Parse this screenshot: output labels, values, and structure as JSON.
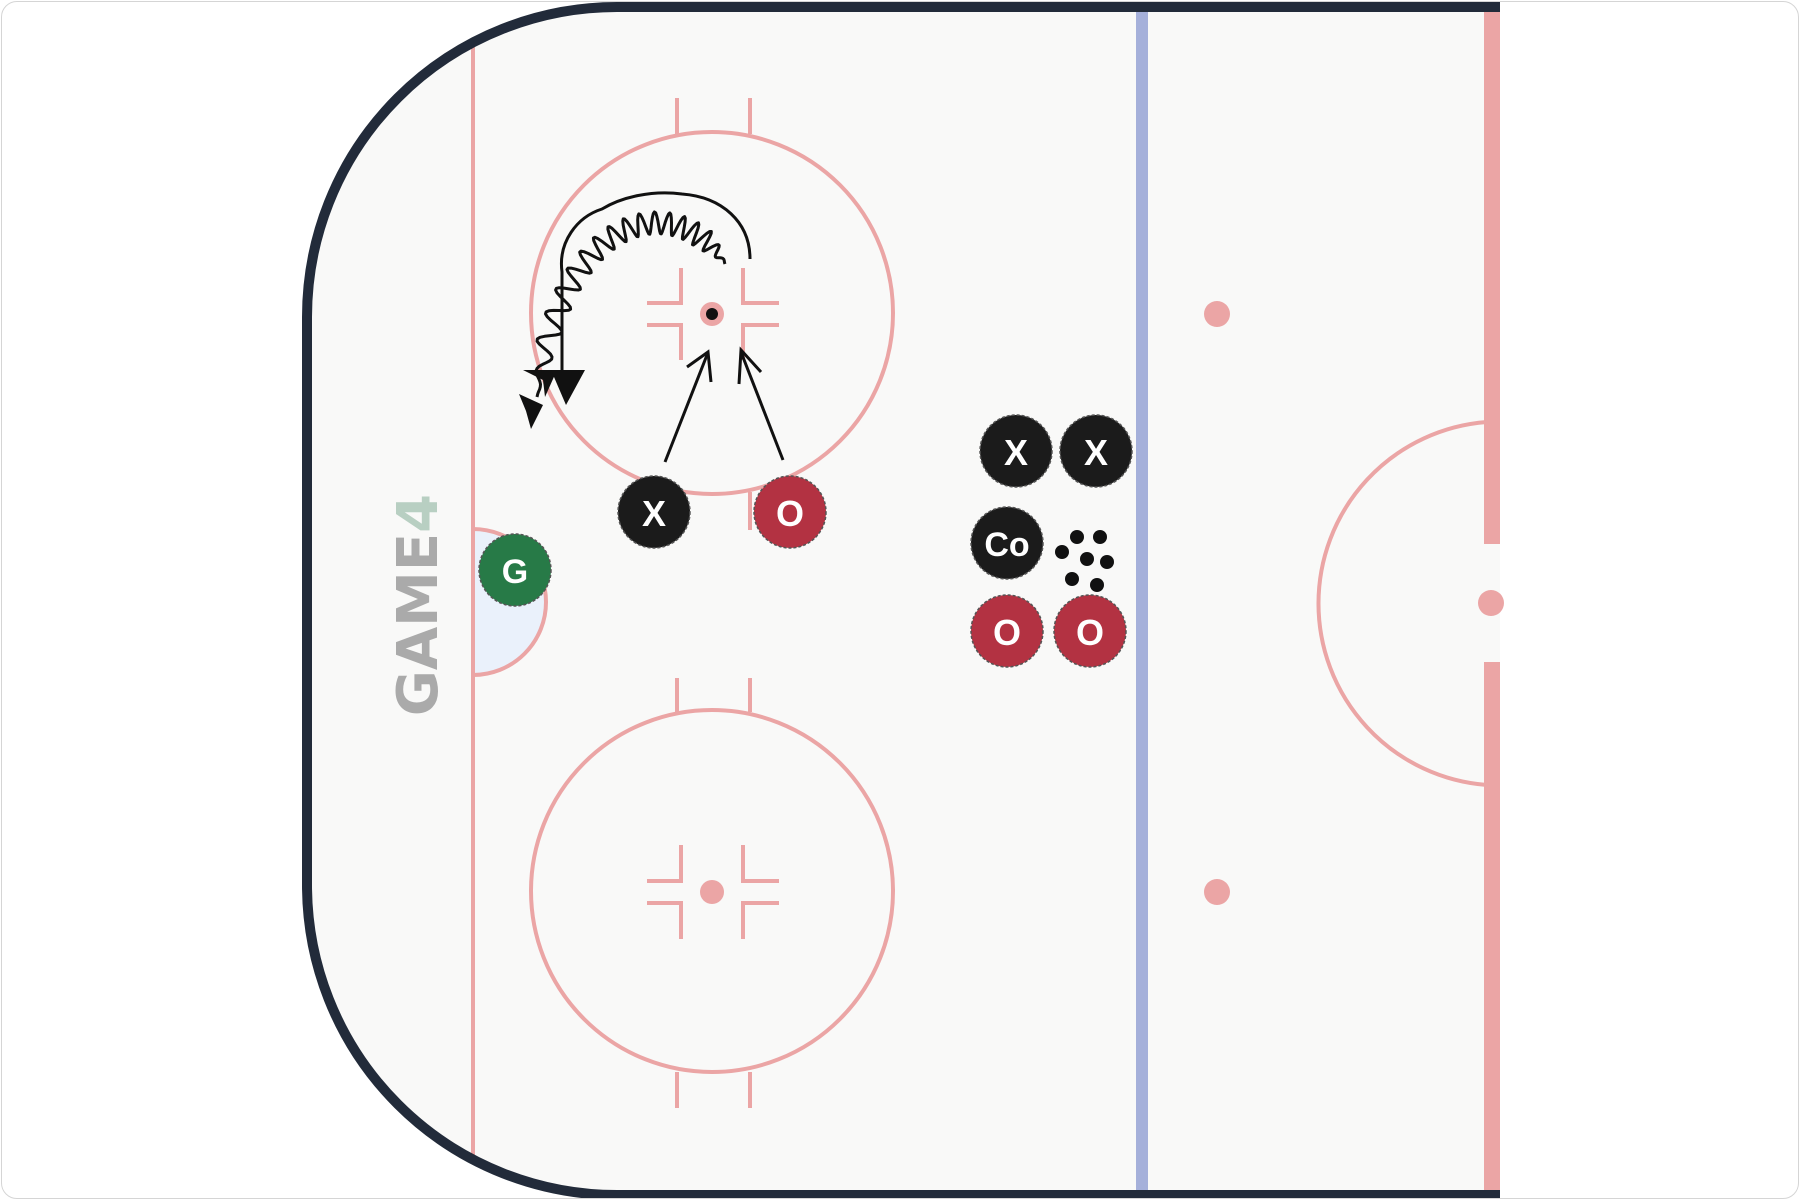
{
  "logo": {
    "word": "GAME",
    "digit": "4"
  },
  "tokens": {
    "goalie": "G",
    "attacker_near_circle": "X",
    "defender_near_circle": "O",
    "queue_x_1": "X",
    "queue_x_2": "X",
    "coach": "Co",
    "queue_o_1": "O",
    "queue_o_2": "O"
  },
  "colors": {
    "rink_ice": "#f9f9f8",
    "boards": "#222b3a",
    "red_line": "#eba5a5",
    "blue_line": "#a5b0da",
    "crease_fill": "#eaf1fb",
    "attacker_token": "#1b1b1b",
    "defender_token": "#b33242",
    "goalie_token": "#277a47",
    "logo_gray": "#aaaaaa",
    "logo_accent": "#b8cfc2"
  },
  "icons": {
    "pucks": "puck-pile-icon",
    "skating_path": "skate-with-puck-arrow-icon",
    "skate_arrows": "skate-arrow-icon"
  }
}
